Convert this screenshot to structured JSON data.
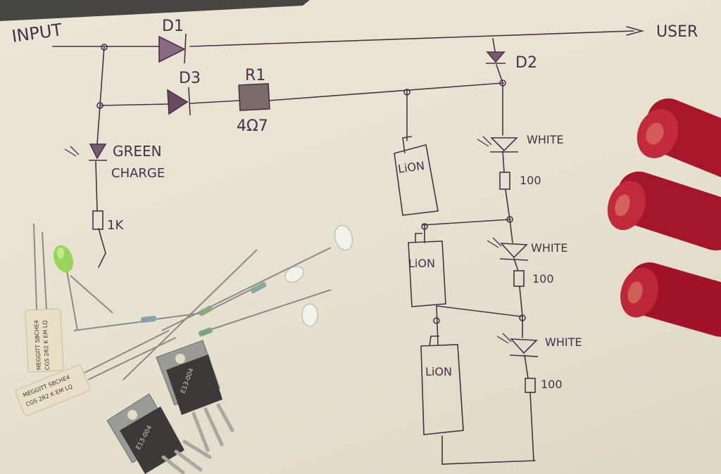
{
  "schematic": {
    "labels": {
      "input": "INPUT",
      "user": "USER",
      "d1": "D1",
      "d2": "D2",
      "d3": "D3",
      "r1": "R1",
      "r1_value": "4Ω7",
      "green": "GREEN",
      "charge": "CHARGE",
      "r_1k": "1K"
    },
    "cells": [
      "LiON",
      "LiON",
      "LiON"
    ],
    "leds": [
      {
        "label": "WHITE",
        "resistor": "100"
      },
      {
        "label": "WHITE",
        "resistor": "100"
      },
      {
        "label": "WHITE",
        "resistor": "100"
      }
    ]
  },
  "components": {
    "power_resistor_1": {
      "line1": "MEGGITT SBCHE4",
      "line2": "CGS 2R2 K EM LQ"
    },
    "power_resistor_2": {
      "line1": "MEGGITT SBCHE4",
      "line2": "CGS 2R2 K EM LQ"
    },
    "transistor_1": {
      "marking": "E13-004"
    },
    "transistor_2": {
      "marking": "E13-004"
    }
  },
  "colors": {
    "ink": "#4a2f4a",
    "paper": "#e8e3d2",
    "battery_red": "#b0192a",
    "led_green": "#8fd14f"
  }
}
